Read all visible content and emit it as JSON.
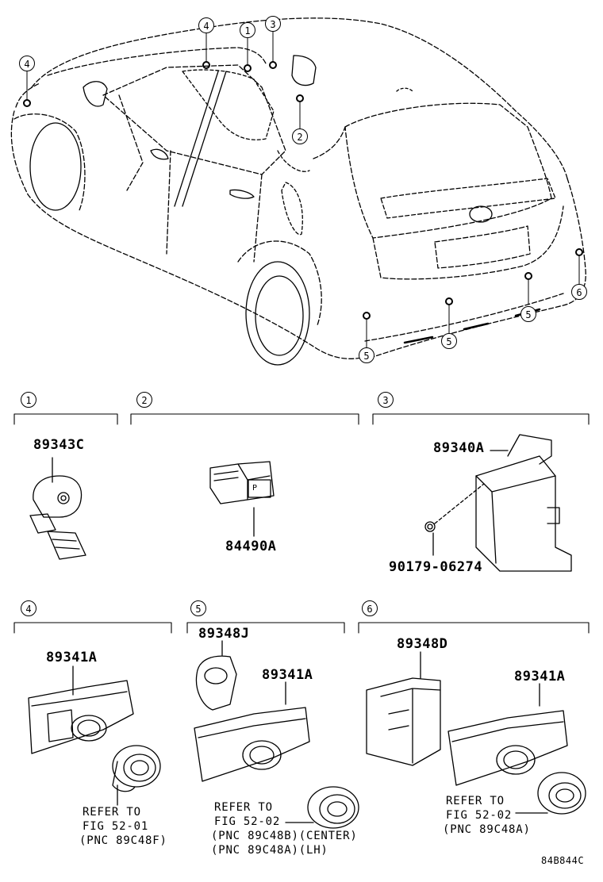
{
  "callouts": [
    "1",
    "2",
    "3",
    "4",
    "5",
    "6"
  ],
  "sections": [
    {
      "num": "1",
      "part": "89343C"
    },
    {
      "num": "2",
      "part": "84490A"
    },
    {
      "num": "3",
      "part": "89340A",
      "bolt": "90179-06274"
    },
    {
      "num": "4",
      "part": "89341A",
      "ref": [
        "REFER TO",
        "FIG 52-01",
        "(PNC 89C48F)"
      ]
    },
    {
      "num": "5",
      "part_top": "89348J",
      "part": "89341A",
      "ref": [
        "REFER TO",
        "FIG 52-02",
        "(PNC 89C48B)(CENTER)",
        "(PNC 89C48A)(LH)"
      ]
    },
    {
      "num": "6",
      "part_top": "89348D",
      "part": "89341A",
      "ref": [
        "REFER TO",
        "FIG 52-02",
        "(PNC 89C48A)"
      ]
    }
  ],
  "switch_icon_text": "P",
  "diagram_code": "84B844C"
}
